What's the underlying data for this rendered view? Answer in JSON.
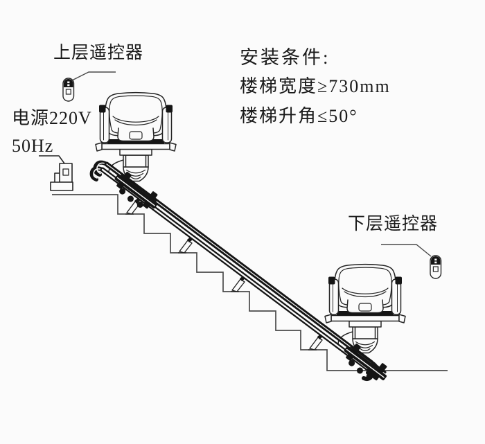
{
  "title": "楼梯座椅电梯安装示意图",
  "labels": {
    "upper_remote": "上层遥控器",
    "power_voltage": "电源220V",
    "power_frequency": "50Hz",
    "install_conditions_title": "安装条件:",
    "condition_stair_width": "楼梯宽度≥730mm",
    "condition_stair_angle": "楼梯升角≤50°",
    "lower_remote": "下层遥控器"
  },
  "icons": {
    "upper_remote_icon": "remote-control",
    "lower_remote_icon": "remote-control",
    "power_outlet_icon": "power-outlet-with-plug",
    "upper_chair_icon": "stairlift-chair-front-view",
    "lower_chair_icon": "stairlift-chair-front-view",
    "rail_icon": "double-tube-inclined-rail",
    "staircase_icon": "staircase-profile-9-steps"
  },
  "diagram": {
    "step_count": 9,
    "rail_supports": 4,
    "stair_incline_deg": 37
  },
  "colors": {
    "background": "#fbfbfb",
    "drawing_line": "#242424",
    "stair_line": "#4a4a4a",
    "dark_fill": "#151515",
    "text": "#1a1a1a"
  }
}
